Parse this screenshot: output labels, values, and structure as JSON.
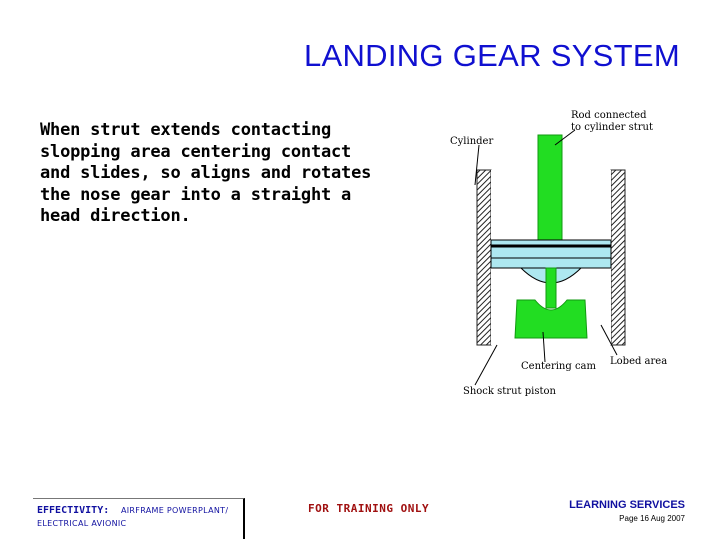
{
  "slide": {
    "title": "LANDING GEAR SYSTEM",
    "body": "When strut extends contacting\nslopping area centering contact\nand slides, so aligns and rotates\nthe nose gear into a straight a\nhead direction."
  },
  "figure": {
    "labels": {
      "cylinder": "Cylinder",
      "rod_line1": "Rod connected",
      "rod_line2": "to cylinder strut",
      "centering_cam": "Centering cam",
      "lobed_area": "Lobed area",
      "shock_strut_piston": "Shock strut piston"
    },
    "colors": {
      "strut": "#22dd22",
      "piston": "#aee8f0",
      "hatch": "#222222"
    }
  },
  "footer": {
    "effectivity_label": "EFFECTIVITY:",
    "effectivity_value_1": "AIRFRAME POWERPLANT/",
    "effectivity_value_2": "ELECTRICAL AVIONIC",
    "training": "FOR TRAINING ONLY",
    "learning": "LEARNING SERVICES",
    "page_date": "Page 16 Aug 2007"
  },
  "colors": {
    "title": "#1010d0",
    "footer_text": "#1010a0",
    "training_text": "#a01010"
  }
}
